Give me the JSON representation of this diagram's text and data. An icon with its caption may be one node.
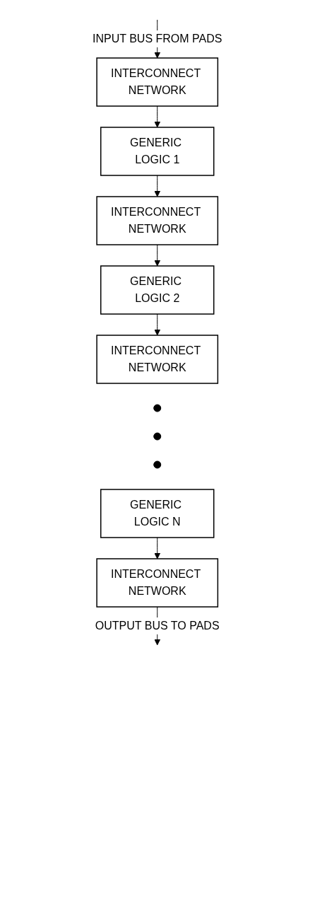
{
  "diagram": {
    "nodes": [
      {
        "text": [
          "INTERCONNECT NETWORK"
        ]
      },
      {
        "text": [
          "GENERIC LOGIC 1"
        ]
      },
      {
        "text": [
          "INTERCONNECT NETWORK"
        ]
      },
      {
        "text": [
          "GENERIC LOGIC 2"
        ]
      },
      {
        "text": [
          "INTERCONNECT NETWORK"
        ]
      },
      {
        "text": [],
        "shape": "circle"
      },
      {
        "text": [],
        "shape": "circle"
      },
      {
        "text": [],
        "shape": "circle"
      },
      {
        "text": [
          "GENERIC LOGIC N"
        ]
      },
      {
        "text": [
          "INTERCONNECT NETWORK"
        ]
      }
    ],
    "edges": [
      {
        "from": null,
        "to": 0,
        "arrow": "to",
        "label": "INPUT BUS FROM PADS"
      },
      {
        "from": 0,
        "to": 1,
        "arrow": "to"
      },
      {
        "from": 1,
        "to": 2,
        "arrow": "to"
      },
      {
        "from": 2,
        "to": 3,
        "arrow": "to"
      },
      {
        "from": 3,
        "to": 4,
        "arrow": "to"
      },
      {
        "from": 8,
        "to": 9,
        "arrow": "to"
      },
      {
        "from": 9,
        "to": null,
        "arrow": "to",
        "label": "OUTPUT BUS TO PADS"
      }
    ]
  }
}
